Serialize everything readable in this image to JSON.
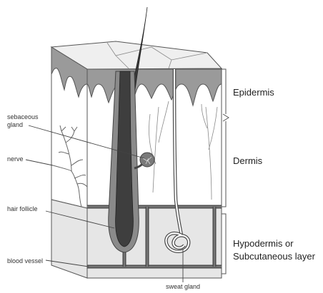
{
  "labels_left": {
    "sebaceous_line1": "sebaceous",
    "sebaceous_line2": "gland",
    "nerve": "nerve",
    "hair_follicle": "hair follicle",
    "blood_vessel": "blood vessel"
  },
  "label_bottom": {
    "sweat_gland": "sweat gland"
  },
  "labels_right": {
    "epidermis": "Epidermis",
    "dermis": "Dermis",
    "hypodermis_line1": "Hypodermis or",
    "hypodermis_line2": "Subcutaneous layer"
  },
  "colors": {
    "epidermis_fill": "#9a9a9a",
    "top_surface": "#efefef",
    "dermis_fill": "#ffffff",
    "hypodermis_fill": "#e6e6e6",
    "hair_dark": "#3a3a3a",
    "outline": "#555555"
  }
}
